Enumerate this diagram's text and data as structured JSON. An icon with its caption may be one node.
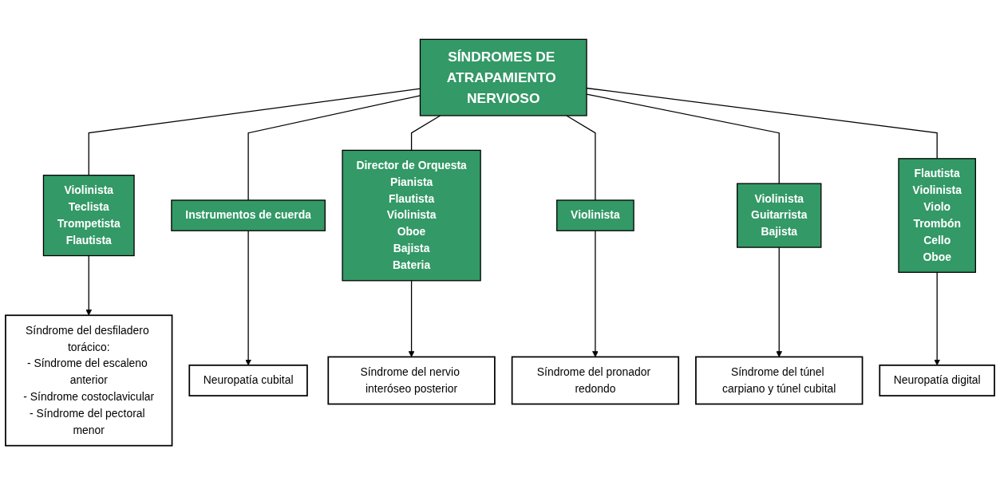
{
  "diagram": {
    "nodes": [
      {
        "text": [
          "SÍNDROMES DE ATRAPAMIENTO NERVIOSO"
        ]
      },
      {
        "text": [
          "Violinista",
          "Teclista",
          "Trompetista",
          "Flautista"
        ]
      },
      {
        "text": [
          "Instrumentos de cuerda"
        ]
      },
      {
        "text": [
          "Director de Orquesta",
          "Pianista",
          "Flautista",
          "Violinista",
          "Oboe",
          "Bajista",
          "Bateria"
        ]
      },
      {
        "text": [
          "Violinista"
        ]
      },
      {
        "text": [
          "Violinista",
          "Guitarrista",
          "Bajista"
        ]
      },
      {
        "text": [
          "Flautista",
          "Violinista",
          "Violo",
          "Trombón",
          "Cello",
          "Oboe"
        ]
      },
      {
        "text": [
          "Síndrome del desfiladero torácico:",
          "- Síndrome del escaleno anterior",
          "- Síndrome costoclavicular",
          "- Síndrome del pectoral menor"
        ]
      },
      {
        "text": [
          "Neuropatía cubital"
        ]
      },
      {
        "text": [
          "Síndrome del nervio interóseo posterior"
        ]
      },
      {
        "text": [
          "Síndrome del pronador redondo"
        ]
      },
      {
        "text": [
          "Síndrome del túnel carpiano y túnel cubital"
        ]
      },
      {
        "text": [
          "Neuropatía digital"
        ]
      }
    ],
    "edges": [
      {
        "from": 0,
        "to": 1,
        "arrow": "none"
      },
      {
        "from": 0,
        "to": 2,
        "arrow": "none"
      },
      {
        "from": 0,
        "to": 3,
        "arrow": "none"
      },
      {
        "from": 0,
        "to": 4,
        "arrow": "none"
      },
      {
        "from": 0,
        "to": 5,
        "arrow": "none"
      },
      {
        "from": 0,
        "to": 6,
        "arrow": "none"
      },
      {
        "from": 1,
        "to": 7,
        "arrow": "to"
      },
      {
        "from": 2,
        "to": 8,
        "arrow": "to"
      },
      {
        "from": 3,
        "to": 9,
        "arrow": "to"
      },
      {
        "from": 4,
        "to": 10,
        "arrow": "to"
      },
      {
        "from": 5,
        "to": 11,
        "arrow": "to"
      },
      {
        "from": 6,
        "to": 12,
        "arrow": "to"
      }
    ]
  }
}
